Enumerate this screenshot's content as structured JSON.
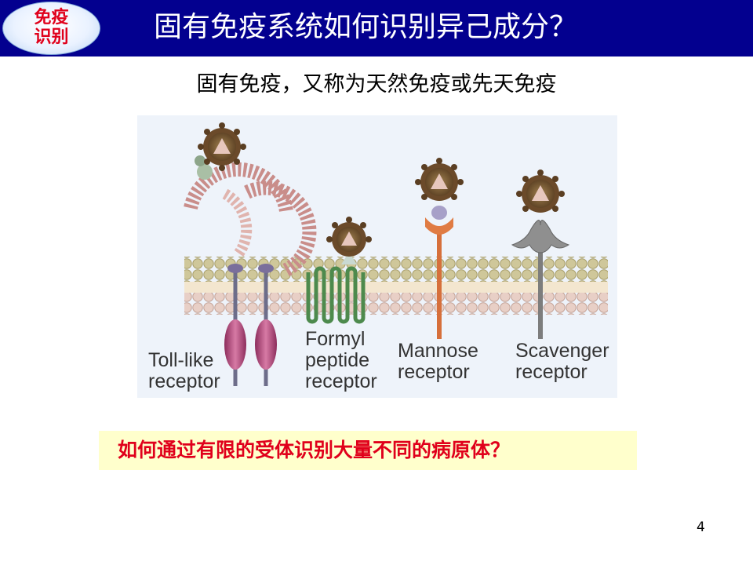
{
  "badge": {
    "text": "免疫\n识别"
  },
  "header": {
    "title": "固有免疫系统如何识别异己成分？"
  },
  "subtitle": "固有免疫，又称为天然免疫或先天免疫",
  "figure": {
    "labels": {
      "toll_like": [
        "Toll-like",
        "receptor"
      ],
      "formyl": [
        "Formyl",
        "peptide",
        "receptor"
      ],
      "mannose": [
        "Mannose",
        "receptor"
      ],
      "scavenger": [
        "Scavenger",
        "receptor"
      ]
    }
  },
  "question": "如何通过有限的受体识别大量不同的病原体？",
  "page_number": "4",
  "colors": {
    "header_bg": "#03008f",
    "badge_text": "#e0001b",
    "question_bg": "#ffffcc",
    "question_text": "#e0001b"
  }
}
